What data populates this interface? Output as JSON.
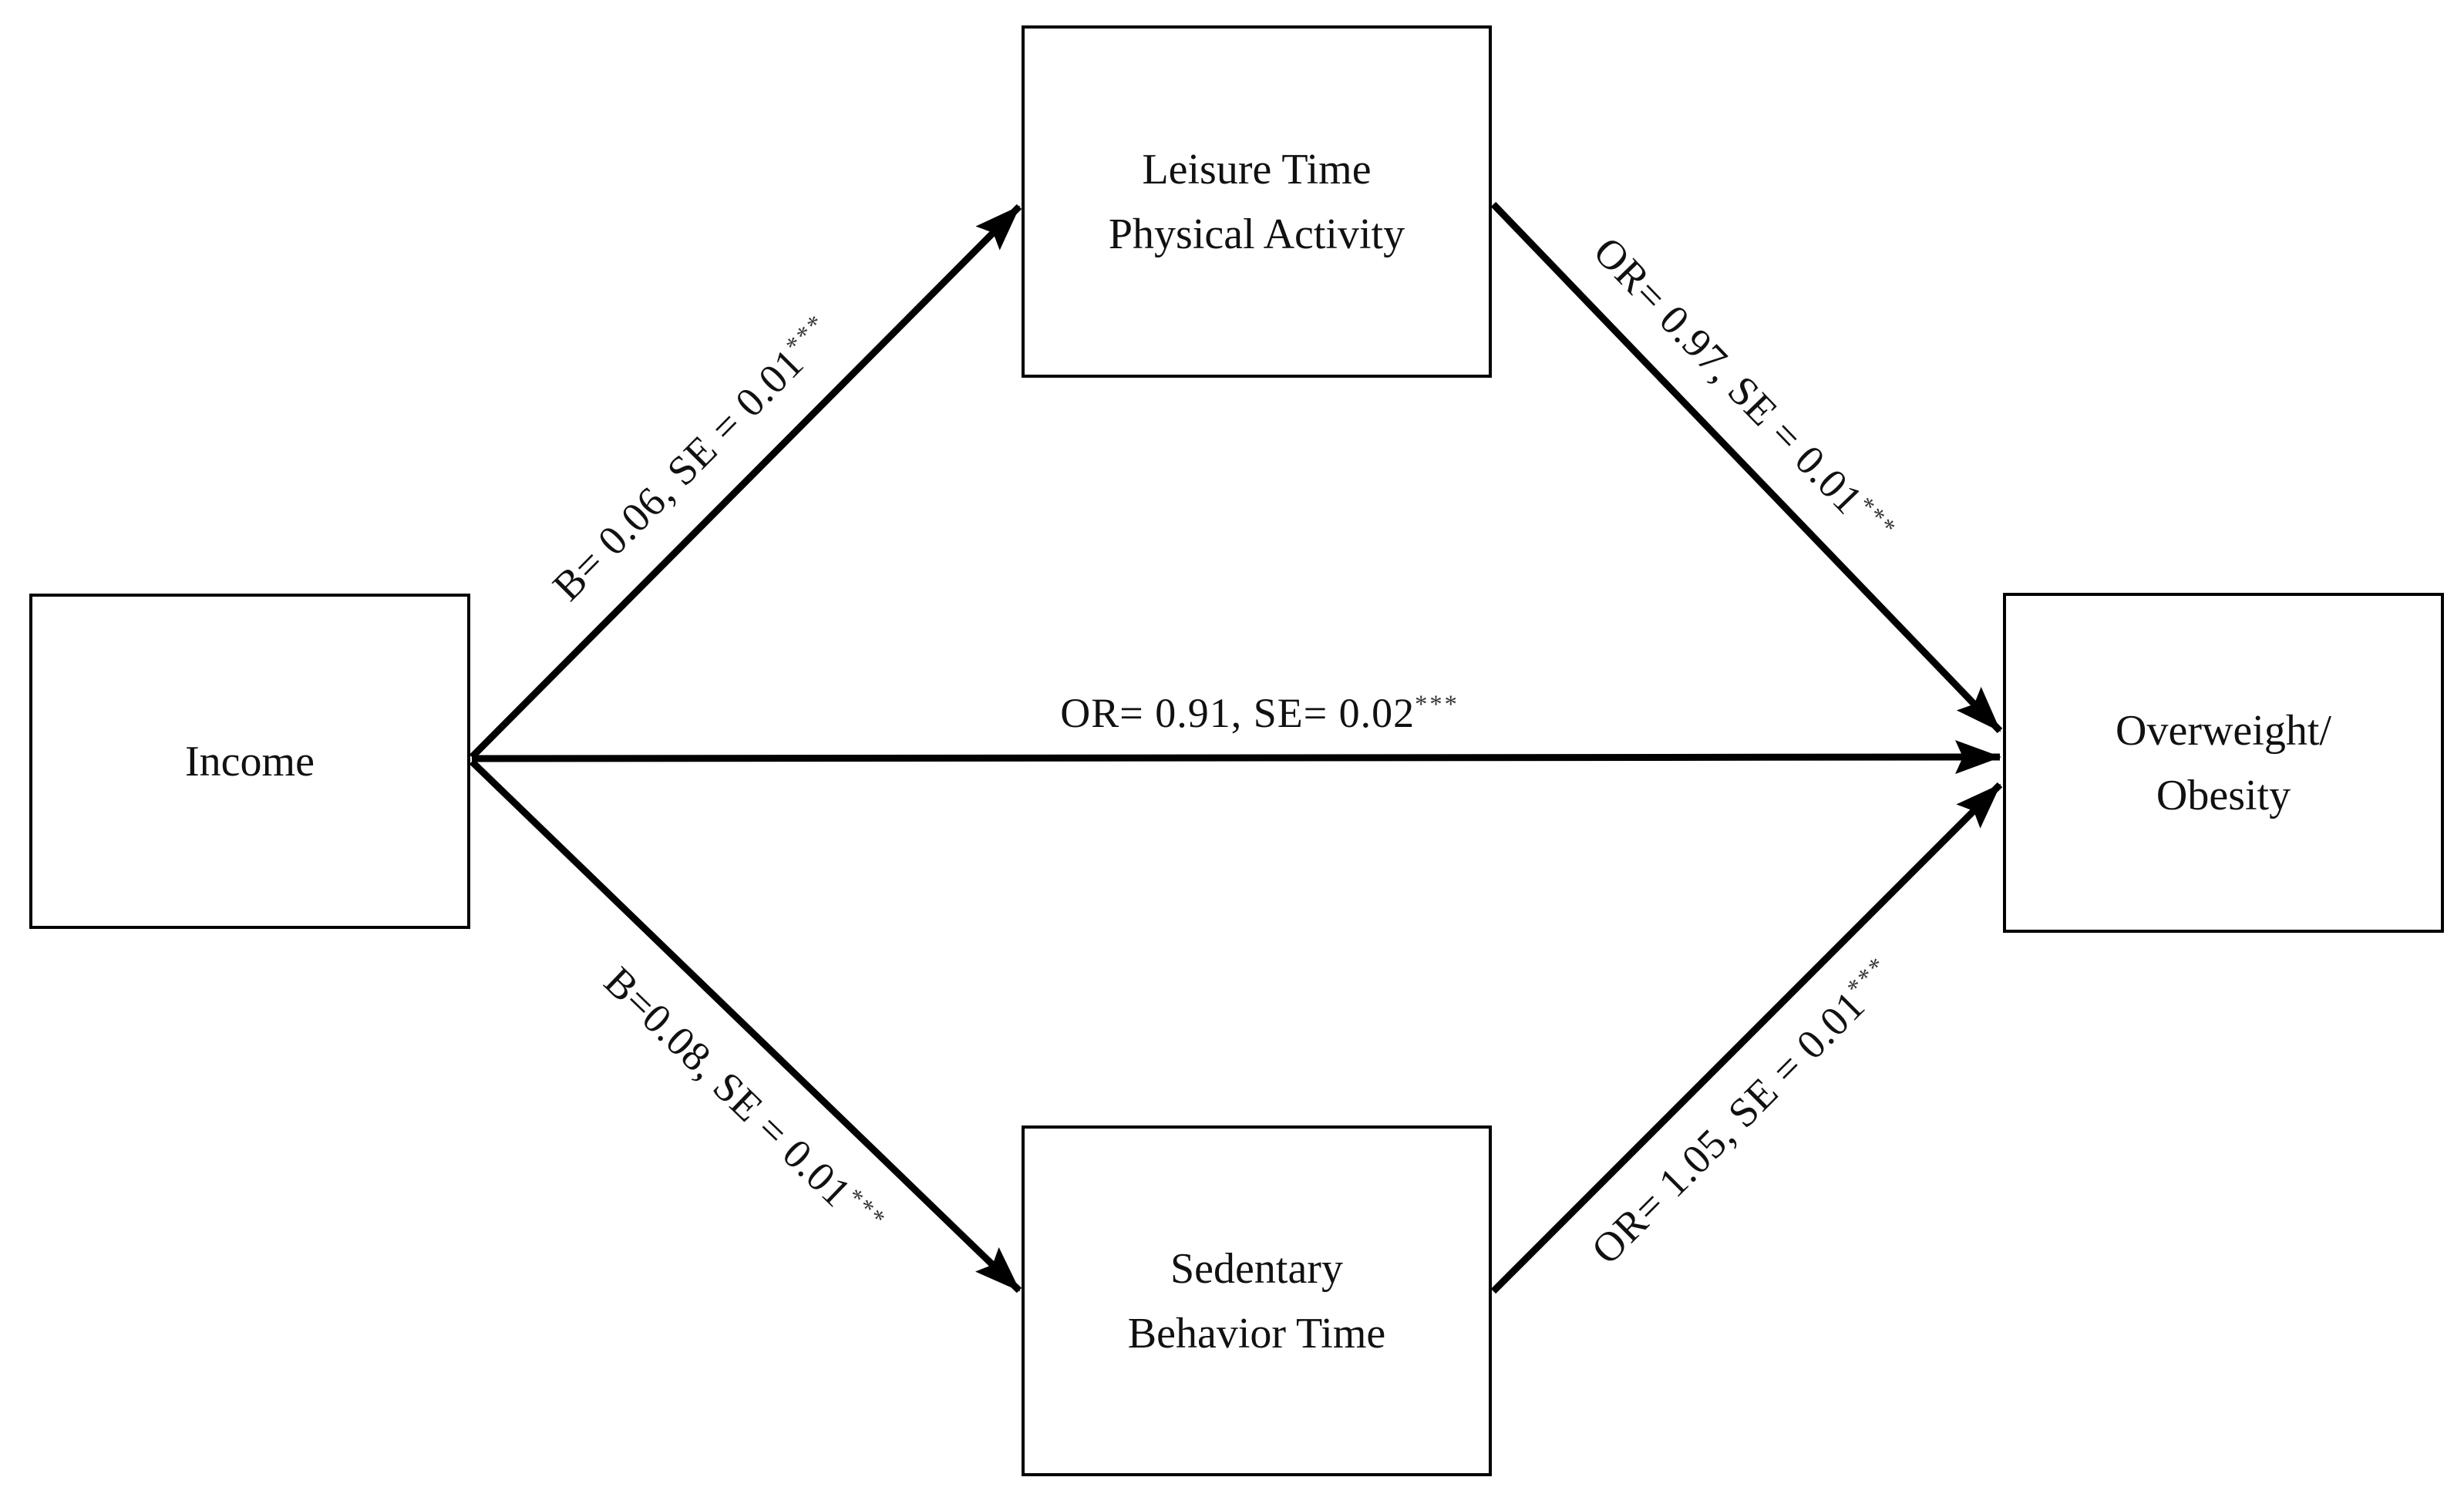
{
  "diagram": {
    "type": "mediation-path-model",
    "background": "#ffffff",
    "ink": "#000000",
    "nodes": {
      "income": {
        "lines": [
          "Income"
        ]
      },
      "ltpa": {
        "lines": [
          "Leisure Time",
          "Physical Activity"
        ]
      },
      "sbt": {
        "lines": [
          "Sedentary",
          "Behavior Time"
        ]
      },
      "obesity": {
        "lines": [
          "Overweight/",
          "Obesity"
        ]
      }
    },
    "edges": {
      "income_ltpa": {
        "label": "B= 0.06, SE = 0.01",
        "sig": "***"
      },
      "income_obesity": {
        "label": "OR= 0.91, SE= 0.02",
        "sig": "***"
      },
      "income_sbt": {
        "label": "B=0.08, SE = 0.01",
        "sig": "***"
      },
      "ltpa_obesity": {
        "label": "OR= 0.97, SE = 0.01",
        "sig": "***"
      },
      "sbt_obesity": {
        "label": "OR= 1.05, SE = 0.01",
        "sig": "***"
      }
    }
  }
}
